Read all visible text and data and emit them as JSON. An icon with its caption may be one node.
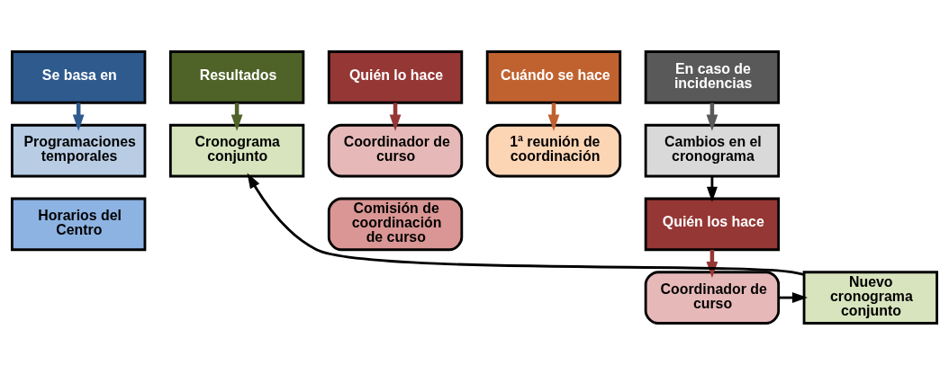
{
  "diagram": {
    "nodes": [
      {
        "text": [
          "Se basa en"
        ]
      },
      {
        "text": [
          "Programaciones temporales"
        ]
      },
      {
        "text": [
          "Horarios del Centro"
        ]
      },
      {
        "text": [
          "Resultados"
        ]
      },
      {
        "text": [
          "Cronograma conjunto"
        ]
      },
      {
        "text": [
          "Quién lo hace"
        ]
      },
      {
        "text": [
          "Coordinador de curso"
        ]
      },
      {
        "text": [
          "Comisión de coordinación de curso"
        ]
      },
      {
        "text": [
          "Cuándo se hace"
        ]
      },
      {
        "text": [
          "1ª reunión de coordinación"
        ]
      },
      {
        "text": [
          "En caso de incidencias"
        ]
      },
      {
        "text": [
          "Cambios en el cronograma"
        ]
      },
      {
        "text": [
          "Quién los hace"
        ]
      },
      {
        "text": [
          "Coordinador de curso"
        ]
      },
      {
        "text": [
          "Nuevo cronograma conjunto"
        ]
      }
    ],
    "edges": [
      {
        "from": 0,
        "to": 1,
        "arrow": "to",
        "color": "#2e5a8e"
      },
      {
        "from": 3,
        "to": 4,
        "arrow": "to",
        "color": "#4f6228"
      },
      {
        "from": 5,
        "to": 6,
        "arrow": "to",
        "color": "#953735"
      },
      {
        "from": 8,
        "to": 9,
        "arrow": "to",
        "color": "#c0622f"
      },
      {
        "from": 10,
        "to": 11,
        "arrow": "to",
        "color": "#595959"
      },
      {
        "from": 11,
        "to": 12,
        "arrow": "to"
      },
      {
        "from": 12,
        "to": 13,
        "arrow": "to",
        "color": "#953735"
      },
      {
        "from": 13,
        "to": 14,
        "arrow": "to"
      },
      {
        "from": 14,
        "to": 4,
        "arrow": "to"
      }
    ]
  }
}
